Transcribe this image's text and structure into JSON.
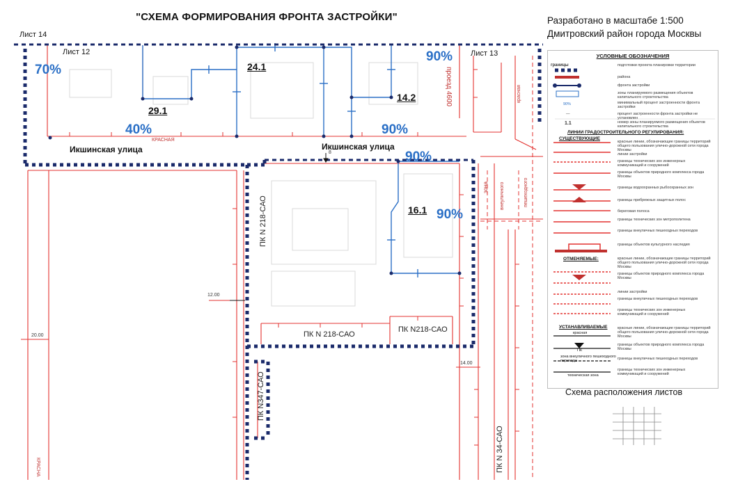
{
  "title": "\"СХЕМА ФОРМИРОВАНИЯ ФРОНТА ЗАСТРОЙКИ\"",
  "scale_line1": "Разработано в масштабе 1:500",
  "scale_line2": "Дмитровский район города Москвы",
  "sheets": {
    "sheet14": "Лист 14",
    "sheet12": "Лист 12",
    "sheet13": "Лист 13"
  },
  "percents": {
    "p70": "70%",
    "p40": "40%",
    "p90a": "90%",
    "p90b": "90%",
    "p90c": "90%",
    "p90d": "90%"
  },
  "zones": {
    "z241": "24.1",
    "z291": "29.1",
    "z142": "14.2",
    "z161": "16.1"
  },
  "streets": {
    "ikshinskaya_left": "Икшинская улица",
    "ikshinskaya_right": "Икшинская улица",
    "proezd": "проезд 4600",
    "krasnaya": "красная",
    "krasnaya2": "КРАСНАЯ",
    "krasnaya3": "КРАСНА"
  },
  "pk": {
    "pk218_vert": "ПК N 218-САО",
    "pk218_h": "ПК N 218-САО",
    "pk218_h2": "ПК N218-САО",
    "pk34": "ПК N 34-САО",
    "pk347": "ПК N347-САО"
  },
  "dims": {
    "d1200": "12.00",
    "d2000": "20.00",
    "d1400": "14.00",
    "d8": "8"
  },
  "zone_labels": {
    "zona": "зона",
    "vnezhnego": "внеуличного",
    "peshekhodnogo": "пешеходного"
  },
  "legend": {
    "title": "УСЛОВНЫЕ ОБОЗНАЧЕНИЯ",
    "granitsy": "границы",
    "r1": "подготовки проекта планировки территории",
    "r2": "района",
    "r3": "фронта застройки",
    "r4": "зоны планируемого размещения объектов капитального строительства",
    "r5pct": "90%",
    "r5": "минимальный процент застроенности фронта застройки",
    "r6sym": "—",
    "r6": "процент застроенности фронта застройки не установлен",
    "r7sym": "1.1",
    "r7": "номер зоны планируемого размещения объектов капитального строительства",
    "lines_head": "ЛИНИИ ГРАДОСТРОИТЕЛЬНОГО РЕГУЛИРОВАНИЯ:",
    "existing": "СУЩЕСТВУЮЩИЕ",
    "cancelled": "ОТМЕНЯЕМЫЕ:",
    "established": "УСТАНАВЛИВАЕМЫЕ",
    "e1": "красные линии, обозначающие границы территорий общего пользования улично-дорожной сети города Москвы",
    "e2": "линии застройки",
    "e3": "границы технических зон инженерных коммуникаций и сооружений",
    "e4": "границы объектов природного комплекса города Москвы",
    "e5": "границы водоохранных рыбоохранных зон",
    "e6": "границы прибрежных защитных полос",
    "e7": "береговая полоса",
    "e8": "границы технических зон метрополитена",
    "e9": "границы внеуличных пешеходных переходов",
    "e10": "границы объектов культурного наследия",
    "c1": "красные линии, обозначающие границы территорий общего пользования улично-дорожной сети города Москвы",
    "c2": "границы объектов природного комплекса города Москвы",
    "c3": "линии застройки",
    "c4": "границы внеуличных пешеходных переходов",
    "c5": "границы технических зон инженерных коммуникаций и сооружений",
    "s1": "красные линии, обозначающие границы территорий общего пользования улично-дорожной сети города Москвы",
    "s2": "границы объектов природного комплекса города Москвы",
    "s3": "границы внеуличных пешеходных переходов",
    "s4": "границы технических зон инженерных коммуникаций и сооружений",
    "sym_krasnaya": "красная",
    "sym_pk": "ПК",
    "sym_liniya": "линия застройки",
    "sym_tech": "техническая зона",
    "sym_zona_vn": "зона внеуличного пешеходного перехода"
  },
  "scheme_title": "Схема расположения листов"
}
